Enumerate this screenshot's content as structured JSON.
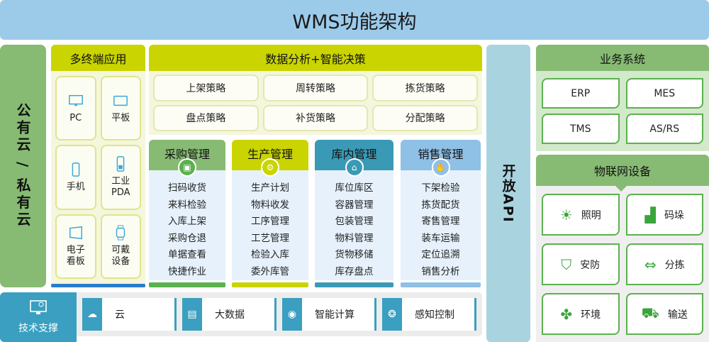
{
  "title": "WMS功能架构",
  "cloud_label": "公有云 / 私有云",
  "terminals": {
    "header": "多终端应用",
    "items": [
      {
        "label": "PC",
        "icon": "monitor-icon"
      },
      {
        "label": "平板",
        "icon": "tablet-icon"
      },
      {
        "label": "手机",
        "icon": "phone-icon"
      },
      {
        "label": "工业PDA",
        "icon": "pda-icon"
      },
      {
        "label": "电子看板",
        "icon": "display-board-icon"
      },
      {
        "label": "可戴设备",
        "icon": "watch-icon"
      }
    ]
  },
  "analysis": {
    "header": "数据分析+智能决策",
    "items": [
      "上架策略",
      "周转策略",
      "拣货策略",
      "盘点策略",
      "补货策略",
      "分配策略"
    ]
  },
  "modules": [
    {
      "title": "采购管理",
      "color": "#87bb73",
      "items": [
        "扫码收货",
        "来料检验",
        "入库上架",
        "采购仓退",
        "单据查看",
        "快捷作业"
      ]
    },
    {
      "title": "生产管理",
      "color": "#c9d400",
      "items": [
        "生产计划",
        "物料收发",
        "工序管理",
        "工艺管理",
        "检验入库",
        "委外库管"
      ]
    },
    {
      "title": "库内管理",
      "color": "#3a9ab6",
      "items": [
        "库位库区",
        "容器管理",
        "包装管理",
        "物料管理",
        "货物移储",
        "库存盘点"
      ]
    },
    {
      "title": "销售管理",
      "color": "#8fc0e6",
      "items": [
        "下架检验",
        "拣货配货",
        "寄售管理",
        "装车运输",
        "定位追溯",
        "销售分析"
      ]
    }
  ],
  "api_label": "开放API",
  "business": {
    "header": "业务系统",
    "items": [
      "ERP",
      "MES",
      "TMS",
      "AS/RS"
    ]
  },
  "iot": {
    "header": "物联网设备",
    "items": [
      {
        "label": "照明",
        "icon": "bulb-icon"
      },
      {
        "label": "码垛",
        "icon": "forklift-icon"
      },
      {
        "label": "安防",
        "icon": "shield-icon"
      },
      {
        "label": "分拣",
        "icon": "sorting-icon"
      },
      {
        "label": "环境",
        "icon": "clover-icon"
      },
      {
        "label": "输送",
        "icon": "truck-icon"
      }
    ]
  },
  "tech": {
    "header": "技术支撑",
    "items": [
      "云",
      "大数据",
      "智能计算",
      "感知控制"
    ]
  }
}
